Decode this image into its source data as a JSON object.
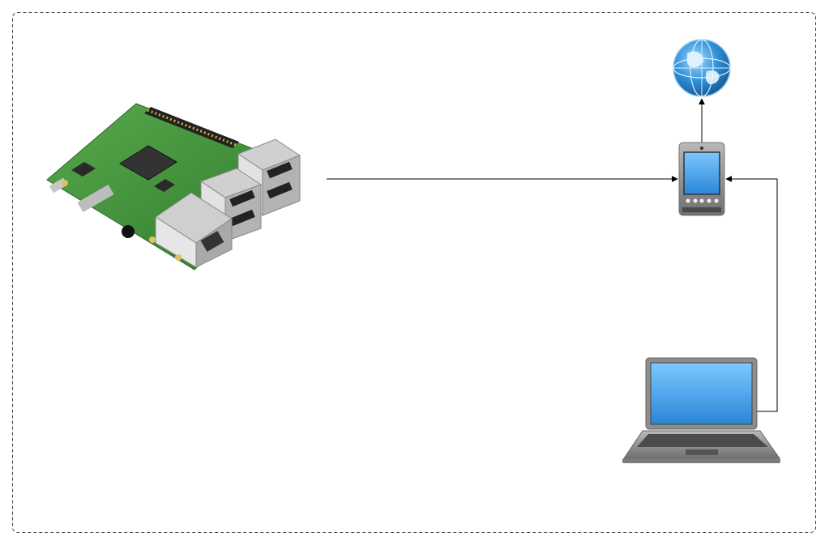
{
  "diagram": {
    "nodes": [
      {
        "id": "raspberry-pi",
        "icon": "raspberry-pi-board-icon"
      },
      {
        "id": "mobile-phone",
        "icon": "smartphone-icon"
      },
      {
        "id": "internet",
        "icon": "globe-icon"
      },
      {
        "id": "laptop",
        "icon": "laptop-icon"
      }
    ],
    "edges": [
      {
        "from": "raspberry-pi",
        "to": "mobile-phone"
      },
      {
        "from": "mobile-phone",
        "to": "internet"
      },
      {
        "from": "laptop",
        "to": "mobile-phone"
      }
    ],
    "colors": {
      "frame": "#444444",
      "connector": "#000000",
      "pcb": "#3f8f3a",
      "globe": "#2e8fd6",
      "screen": "#3aa0e6",
      "device_body": "#8a8a8a"
    }
  }
}
